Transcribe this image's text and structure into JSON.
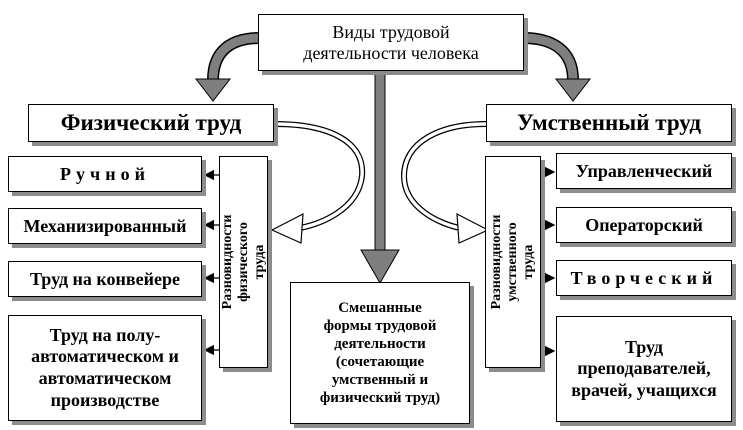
{
  "top_title": "Виды трудовой\nдеятельности человека",
  "physical": {
    "title": "Физический труд",
    "varieties_label": "Разновидности\nфизического труда",
    "items": [
      "Ручной",
      "Механизированный",
      "Труд на конвейере",
      "Труд на полу-\nавтоматическом и\nавтоматическом\nпроизводстве"
    ]
  },
  "mental": {
    "title": "Умственный труд",
    "varieties_label": "Разновидности\nумственного труда",
    "items": [
      "Управленческий",
      "Операторский",
      "Творческий",
      "Труд\nпреподавателей,\nврачей, учащихся"
    ]
  },
  "mixed": "Смешанные\nформы трудовой\nдеятельности\n(сочетающие\nумственный и\nфизический труд)"
}
